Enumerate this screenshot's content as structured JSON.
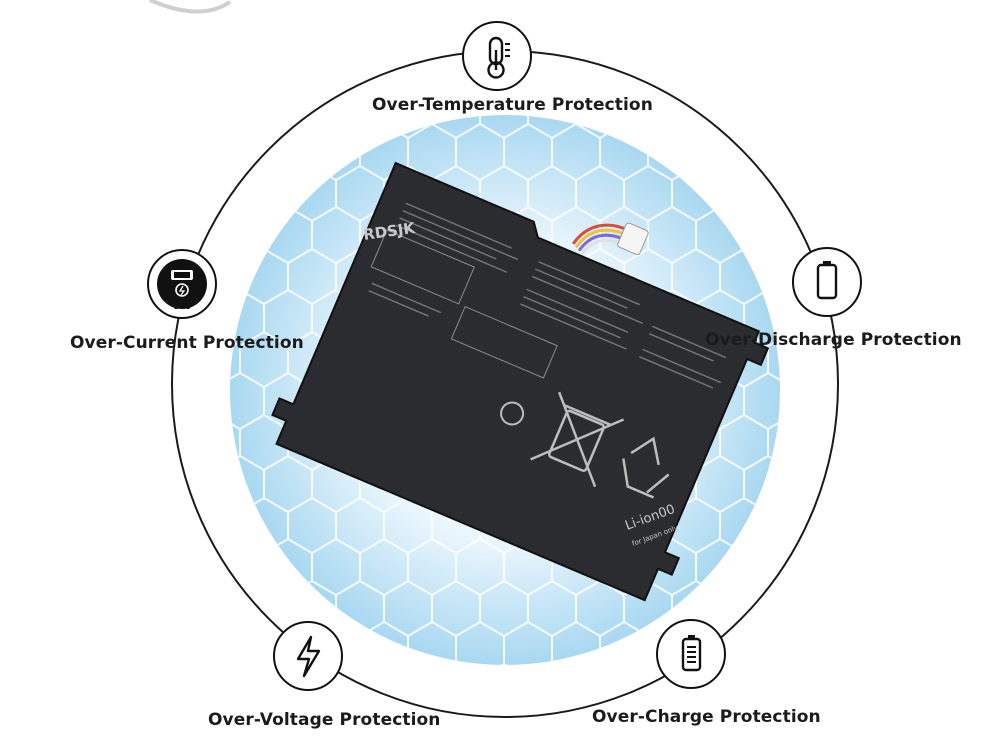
{
  "features": [
    {
      "id": "temperature",
      "label": "Over-Temperature Protection",
      "icon": "thermometer-icon"
    },
    {
      "id": "current",
      "label": "Over-Current Protection",
      "icon": "ammeter-icon"
    },
    {
      "id": "discharge",
      "label": "Over-Discharge Protection",
      "icon": "empty-battery-icon"
    },
    {
      "id": "voltage",
      "label": "Over-Voltage Protection",
      "icon": "lightning-bolt-icon"
    },
    {
      "id": "charge",
      "label": "Over-Charge Protection",
      "icon": "charged-battery-icon"
    }
  ],
  "battery": {
    "brand": "RDSJK",
    "chemistry_mark": "Li-ion00",
    "region_note": "for Japan only"
  },
  "colors": {
    "ring": "#1a1a1a",
    "background_glow": "#b9def2",
    "battery_body": "#2b2c30"
  }
}
